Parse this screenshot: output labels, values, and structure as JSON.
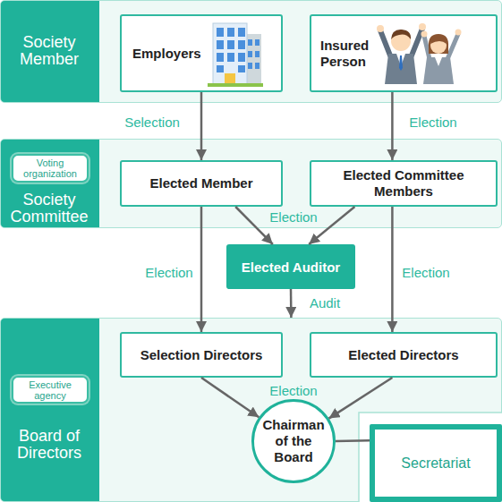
{
  "diagram": {
    "nodes": [
      {
        "text": [
          "Society Member"
        ]
      },
      {
        "text": [
          "Employers"
        ],
        "in": 0
      },
      {
        "text": [
          "Insured Person"
        ],
        "in": 0
      },
      {
        "text": [
          "Society Committee"
        ]
      },
      {
        "text": [
          "Voting organization"
        ],
        "in": 3
      },
      {
        "text": [
          "Elected Member"
        ],
        "in": 3
      },
      {
        "text": [
          "Elected Committee Members"
        ],
        "in": 3
      },
      {
        "text": [
          "Elected Auditor"
        ]
      },
      {
        "text": [
          "Board of Directors"
        ]
      },
      {
        "text": [
          "Executive agency"
        ],
        "in": 8
      },
      {
        "text": [
          "Selection Directors"
        ],
        "in": 8
      },
      {
        "text": [
          "Elected Directors"
        ],
        "in": 8
      },
      {
        "text": [
          "Chairman of the Board"
        ],
        "in": 8
      },
      {
        "text": [
          "Secretariat"
        ]
      }
    ],
    "edges": [
      {
        "from": 1,
        "to": 5,
        "label": "Selection",
        "arrow": "to"
      },
      {
        "from": 2,
        "to": 6,
        "label": "Election",
        "arrow": "to"
      },
      {
        "from": 5,
        "to": 7,
        "label": "Election",
        "arrow": "to"
      },
      {
        "from": 6,
        "to": 7,
        "arrow": "to"
      },
      {
        "from": 5,
        "to": 10,
        "label": "Election",
        "arrow": "to"
      },
      {
        "from": 6,
        "to": 11,
        "label": "Election",
        "arrow": "to"
      },
      {
        "from": 7,
        "to": 8,
        "label": "Audit",
        "arrow": "to"
      },
      {
        "from": 10,
        "to": 12,
        "label": "Election",
        "arrow": "to"
      },
      {
        "from": 11,
        "to": 12,
        "arrow": "to"
      },
      {
        "from": 12,
        "to": 13,
        "arrow": "none"
      }
    ]
  }
}
